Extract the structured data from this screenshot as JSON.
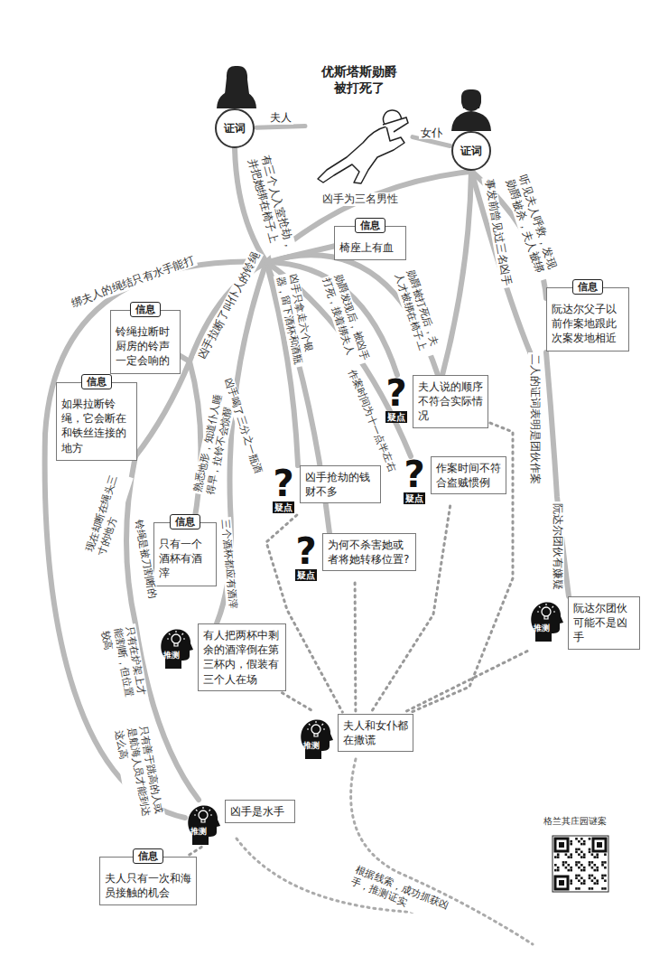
{
  "diagram": {
    "nodes": [
      {
        "text": [
          "优斯塔斯勋爵 被打死了"
        ]
      },
      {
        "text": [
          "证词"
        ]
      },
      {
        "text": [
          "证词"
        ]
      },
      {
        "text": [
          "信息",
          "椅座上有血"
        ]
      },
      {
        "text": [
          "信息",
          "阮达尔父子以前作案地跟此次案发地相近"
        ]
      },
      {
        "text": [
          "信息",
          "铃绳拉断时厨房的铃声一定会响的"
        ]
      },
      {
        "text": [
          "信息",
          "如果拉断铃绳，它会断在和铁丝连接的地方"
        ]
      },
      {
        "text": [
          "?",
          "疑点",
          "夫人说的顺序不符合实际情况"
        ]
      },
      {
        "text": [
          "?",
          "疑点",
          "凶手抢劫的钱财不多"
        ]
      },
      {
        "text": [
          "?",
          "疑点",
          "作案时间不符合盗贼惯例"
        ]
      },
      {
        "text": [
          "信息",
          "只有一个酒杯有酒滓"
        ]
      },
      {
        "text": [
          "?",
          "疑点",
          "为何不杀害她或者将她转移位置?"
        ]
      },
      {
        "text": [
          "推测",
          "有人把两杯中剩余的酒滓倒在第三杯内，假装有三个人在场"
        ]
      },
      {
        "text": [
          "推测",
          "阮达尔团伙可能不是凶手"
        ]
      },
      {
        "text": [
          "推测",
          "夫人和女仆都在撒谎"
        ]
      },
      {
        "text": [
          "推测",
          "凶手是水手"
        ]
      },
      {
        "text": [
          "信息",
          "夫人只有一次和海员接触的机会"
        ]
      }
    ],
    "edges": [
      {
        "from": 1,
        "to": 0,
        "label": "夫人",
        "arrow": "none"
      },
      {
        "from": 2,
        "to": 0,
        "label": "女仆",
        "arrow": "none"
      },
      {
        "from": 7,
        "to": 14,
        "arrow": "none"
      },
      {
        "from": 8,
        "to": 14,
        "arrow": "none"
      },
      {
        "from": 9,
        "to": 14,
        "arrow": "none"
      },
      {
        "from": 11,
        "to": 14,
        "arrow": "none"
      },
      {
        "from": 12,
        "to": 14,
        "arrow": "none"
      },
      {
        "from": 13,
        "to": 14,
        "arrow": "none"
      },
      {
        "from": 16,
        "to": 15,
        "arrow": "none"
      }
    ],
    "labels": [
      "有三个人入室抢劫，并把她绑在椅子上",
      "凶手为三名男性",
      "事发前曾见过三名凶手",
      "听见夫人呼救，发现勋爵被杀，夫人被绑",
      "二人的证词表明是团伙作案",
      "阮达尔团伙有嫌疑",
      "绑夫人的绳结只有水手能打",
      "凶手拉断了叫仆人的铃绳",
      "熟悉地形，知道仆人睡得早，拉铃不会惊醒",
      "现在却断在绳头三寸的地方",
      "铃绳是被刀割断的",
      "只有在炉架上才能割断，但位置较高",
      "只有善于跳高的人或是航海人员才能到达这么高",
      "三个酒杯都应有酒滓",
      "凶手喝了三分之一瓶酒",
      "凶手只拿走六个银器，留下酒杯和酒瓶",
      "勋爵发现后，被凶手打死，接着绑夫人",
      "勋爵被打死后，夫人才被绑在椅子上",
      "作案时间为十一点半左右",
      "根据线索，成功抓获凶手，推测证实",
      "格兰其庄园谜案"
    ]
  }
}
